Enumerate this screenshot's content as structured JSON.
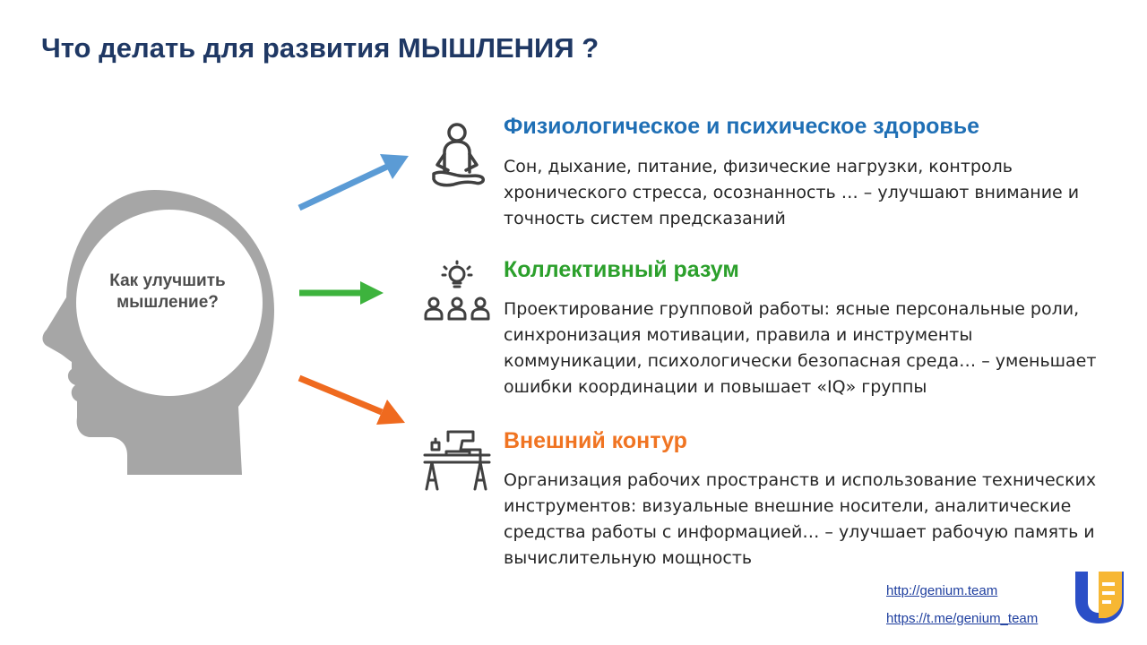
{
  "title": "Что делать для развития МЫШЛЕНИЯ ?",
  "head": {
    "label_line1": "Как улучшить",
    "label_line2": "мышление?"
  },
  "sections": [
    {
      "title": "Физиологическое  и психическое  здоровье",
      "title_color": "#1f6fb5",
      "icon": "meditation-person-icon",
      "arrow_color": "#5b9bd5",
      "text": "Сон, дыхание, питание, физические нагрузки, контроль хронического стресса, осознанность …  – улучшают внимание и точность систем предсказаний"
    },
    {
      "title": "Коллективный разум",
      "title_color": "#2ca02c",
      "icon": "team-idea-icon",
      "arrow_color": "#3db33d",
      "text": "Проектирование групповой работы: ясные персональные роли, синхронизация мотивации, правила и инструменты коммуникации, психологически безопасная среда… – уменьшает ошибки координации и повышает «IQ» группы"
    },
    {
      "title": "Внешний контур",
      "title_color": "#f07422",
      "icon": "workspace-desk-icon",
      "arrow_color": "#ef6a1f",
      "text": "Организация рабочих пространств и использование технических инструментов: визуальные внешние носители, аналитические средства работы с информацией… – улучшает рабочую память и вычислительную мощность"
    }
  ],
  "links": [
    "http://genium.team",
    "https://t.me/genium_team"
  ],
  "logo": "genium-logo"
}
